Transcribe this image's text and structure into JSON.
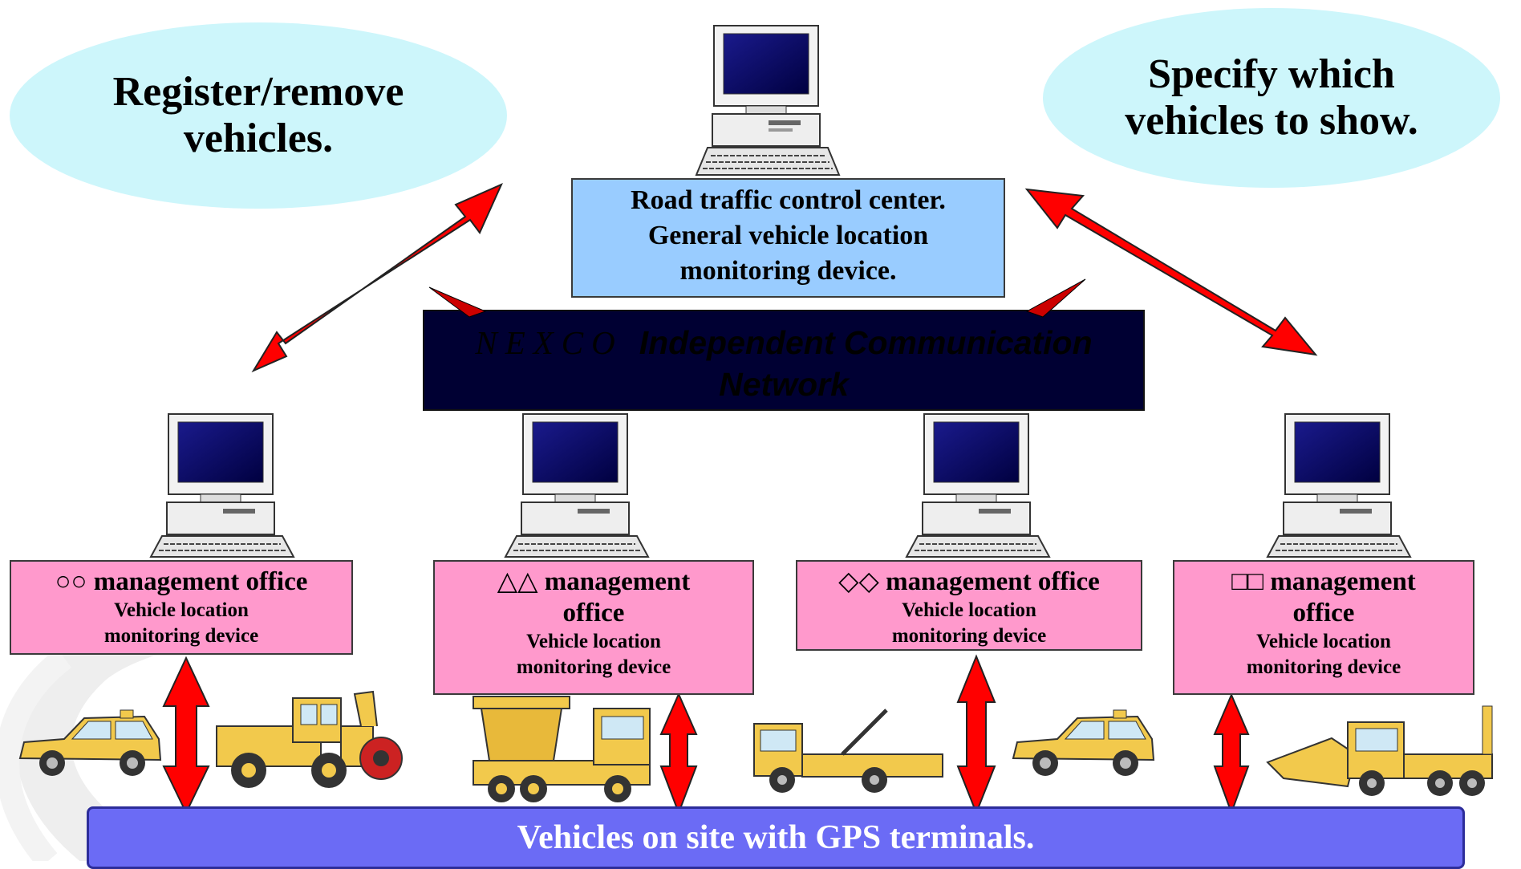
{
  "bubbles": {
    "left": "Register/remove vehicles.",
    "right": "Specify which vehicles to show."
  },
  "center": {
    "line1": "Road traffic control center.",
    "line2": "General vehicle location",
    "line3": "monitoring device."
  },
  "network": {
    "prefix": "NEXCO",
    "line1": "Independent Communication",
    "line2": "Network"
  },
  "offices": [
    {
      "title": "○○ management office",
      "subtitle": "Vehicle location monitoring device"
    },
    {
      "title": "△△ management office",
      "subtitle": "Vehicle location monitoring device"
    },
    {
      "title": "◇◇ management office",
      "subtitle": "Vehicle location monitoring device"
    },
    {
      "title": "□□ management office",
      "subtitle": "Vehicle location monitoring device"
    }
  ],
  "gps_bar": "Vehicles on site with GPS terminals.",
  "colors": {
    "bubble": "#cdf6fb",
    "center_box": "#99ccff",
    "office_box": "#ff99cc",
    "network": "#000033",
    "gps_bar": "#6b6bf5",
    "arrows": "#ff0000",
    "vehicles": "#f2c94c"
  },
  "icons": [
    "computer-icon",
    "car-icon",
    "snow-blower-icon",
    "spreader-truck-icon",
    "tow-truck-icon",
    "plow-truck-icon"
  ]
}
